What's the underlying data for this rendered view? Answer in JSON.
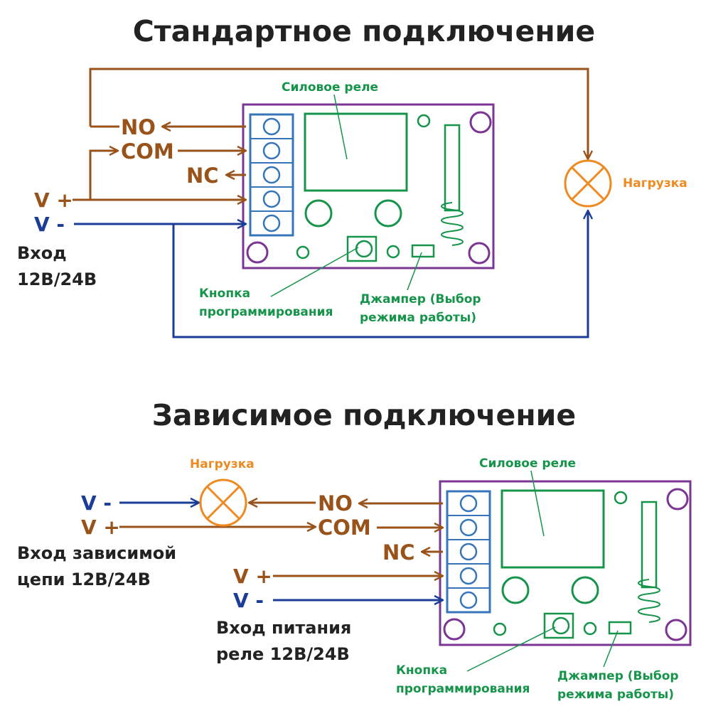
{
  "colors": {
    "brown": "#99531a",
    "blue": "#1b3d97",
    "green": "#15944a",
    "purple": "#7b3592",
    "terminal_blue": "#3775ba",
    "orange": "#ee8a22",
    "title": "#222222"
  },
  "standard": {
    "title": "Стандартное подключение",
    "terminals": {
      "no": "NO",
      "com": "COM",
      "nc": "NC"
    },
    "v_plus": "V +",
    "v_minus": "V -",
    "input_line1": "Вход",
    "input_line2": "12В/24В",
    "relay_label": "Силовое реле",
    "button_line1": "Кнопка",
    "button_line2": "программирования",
    "jumper_line1": "Джампер (Выбор",
    "jumper_line2": "режима работы)",
    "load_label": "Нагрузка"
  },
  "dependent": {
    "title": "Зависимое подключение",
    "terminals": {
      "no": "NO",
      "com": "COM",
      "nc": "NC"
    },
    "load_label": "Нагрузка",
    "circuit_v_minus": "V -",
    "circuit_v_plus": "V +",
    "circuit_input_line1": "Вход зависимой",
    "circuit_input_line2": "цепи 12В/24В",
    "relay_v_plus": "V +",
    "relay_v_minus": "V -",
    "relay_input_line1": "Вход питания",
    "relay_input_line2": "реле 12В/24В",
    "relay_label": "Силовое реле",
    "button_line1": "Кнопка",
    "button_line2": "программирования",
    "jumper_line1": "Джампер (Выбор",
    "jumper_line2": "режима работы)"
  }
}
